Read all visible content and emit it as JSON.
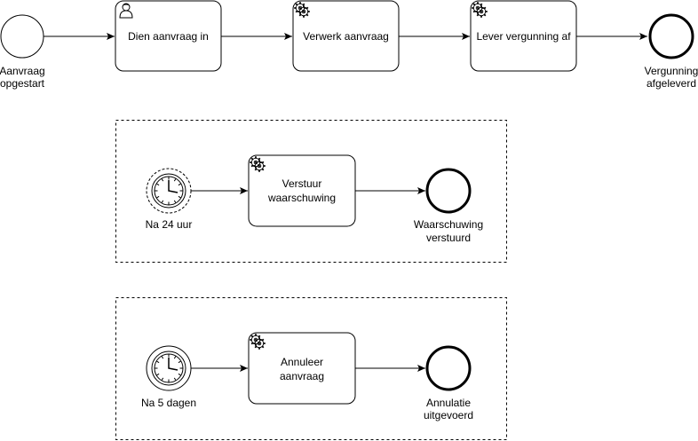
{
  "main_process": {
    "start_event": {
      "label_line1": "Aanvraag",
      "label_line2": "opgestart"
    },
    "task_submit": {
      "label": "Dien aanvraag in",
      "icon": "user-task-icon"
    },
    "task_process": {
      "label": "Verwerk aanvraag",
      "icon": "service-task-icon"
    },
    "task_deliver": {
      "label": "Lever vergunning af",
      "icon": "service-task-icon"
    },
    "end_event": {
      "label_line1": "Vergunning",
      "label_line2": "afgeleverd"
    }
  },
  "warning_subprocess": {
    "timer_event": {
      "label": "Na 24 uur",
      "icon": "clock-icon",
      "interrupting": false
    },
    "task_warn": {
      "label_line1": "Verstuur",
      "label_line2": "waarschuwing",
      "icon": "service-task-icon"
    },
    "end_event": {
      "label_line1": "Waarschuwing",
      "label_line2": "verstuurd"
    }
  },
  "cancel_subprocess": {
    "timer_event": {
      "label": "Na 5 dagen",
      "icon": "clock-icon",
      "interrupting": true
    },
    "task_cancel": {
      "label_line1": "Annuleer",
      "label_line2": "aanvraag",
      "icon": "service-task-icon"
    },
    "end_event": {
      "label_line1": "Annulatie",
      "label_line2": "uitgevoerd"
    }
  },
  "colors": {
    "stroke": "#000000",
    "fill": "#ffffff"
  }
}
